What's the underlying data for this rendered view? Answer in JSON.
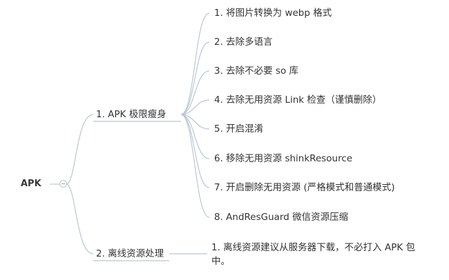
{
  "mindmap": {
    "root": {
      "label": "APK",
      "collapse_label": "−"
    },
    "branches": [
      {
        "label": "1. APK 极限瘦身",
        "children": [
          "1.  将图片转换为 webp 格式",
          "2.  去除多语言",
          "3.  去除不必要 so 库",
          "4.  去除无用资源 Link 检查（谨慎删除）",
          "5.  开启混淆",
          "6.  移除无用资源 shinkResource",
          "7.  开启删除无用资源 (严格模式和普通模式)",
          "8.  AndResGuard 微信资源压缩"
        ]
      },
      {
        "label": "2. 离线资源处理",
        "children": [
          "1. 离线资源建议从服务器下载，不必打入 APK 包中。"
        ]
      }
    ]
  },
  "colors": {
    "line": "#b9c7d3",
    "text": "#333333"
  }
}
